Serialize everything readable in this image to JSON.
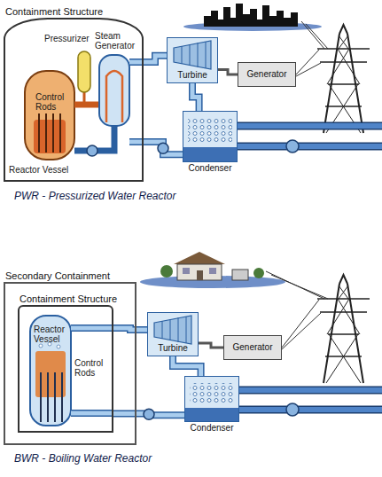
{
  "diagram": {
    "nodes": [
      {
        "text": [
          "Containment Structure"
        ]
      },
      {
        "text": [
          "Turbine"
        ]
      },
      {
        "text": [
          "Generator"
        ]
      },
      {
        "text": [
          "Condenser"
        ]
      },
      {
        "text": [
          "Secondary Containment"
        ]
      },
      {
        "text": [
          "Containment Structure"
        ],
        "in": 4
      },
      {
        "text": [
          "Turbine"
        ]
      },
      {
        "text": [
          "Generator"
        ]
      },
      {
        "text": [
          "Condenser"
        ]
      }
    ],
    "edges": [
      {
        "from": 0,
        "to": 1,
        "arrow": "none"
      },
      {
        "from": 1,
        "to": 2,
        "arrow": "none"
      },
      {
        "from": 1,
        "to": 3,
        "arrow": "none"
      },
      {
        "from": 3,
        "to": 0,
        "arrow": "none"
      },
      {
        "from": 5,
        "to": 6,
        "arrow": "none"
      },
      {
        "from": 6,
        "to": 7,
        "arrow": "none"
      },
      {
        "from": 6,
        "to": 8,
        "arrow": "none"
      },
      {
        "from": 8,
        "to": 5,
        "arrow": "none"
      }
    ],
    "labels": [
      "Pressurizer",
      "Steam Generator",
      "Control Rods",
      "Reactor Vessel",
      "PWR - Pressurized Water Reactor",
      "Reactor Vessel",
      "Control Rods",
      "BWR - Boiling Water Reactor"
    ]
  }
}
